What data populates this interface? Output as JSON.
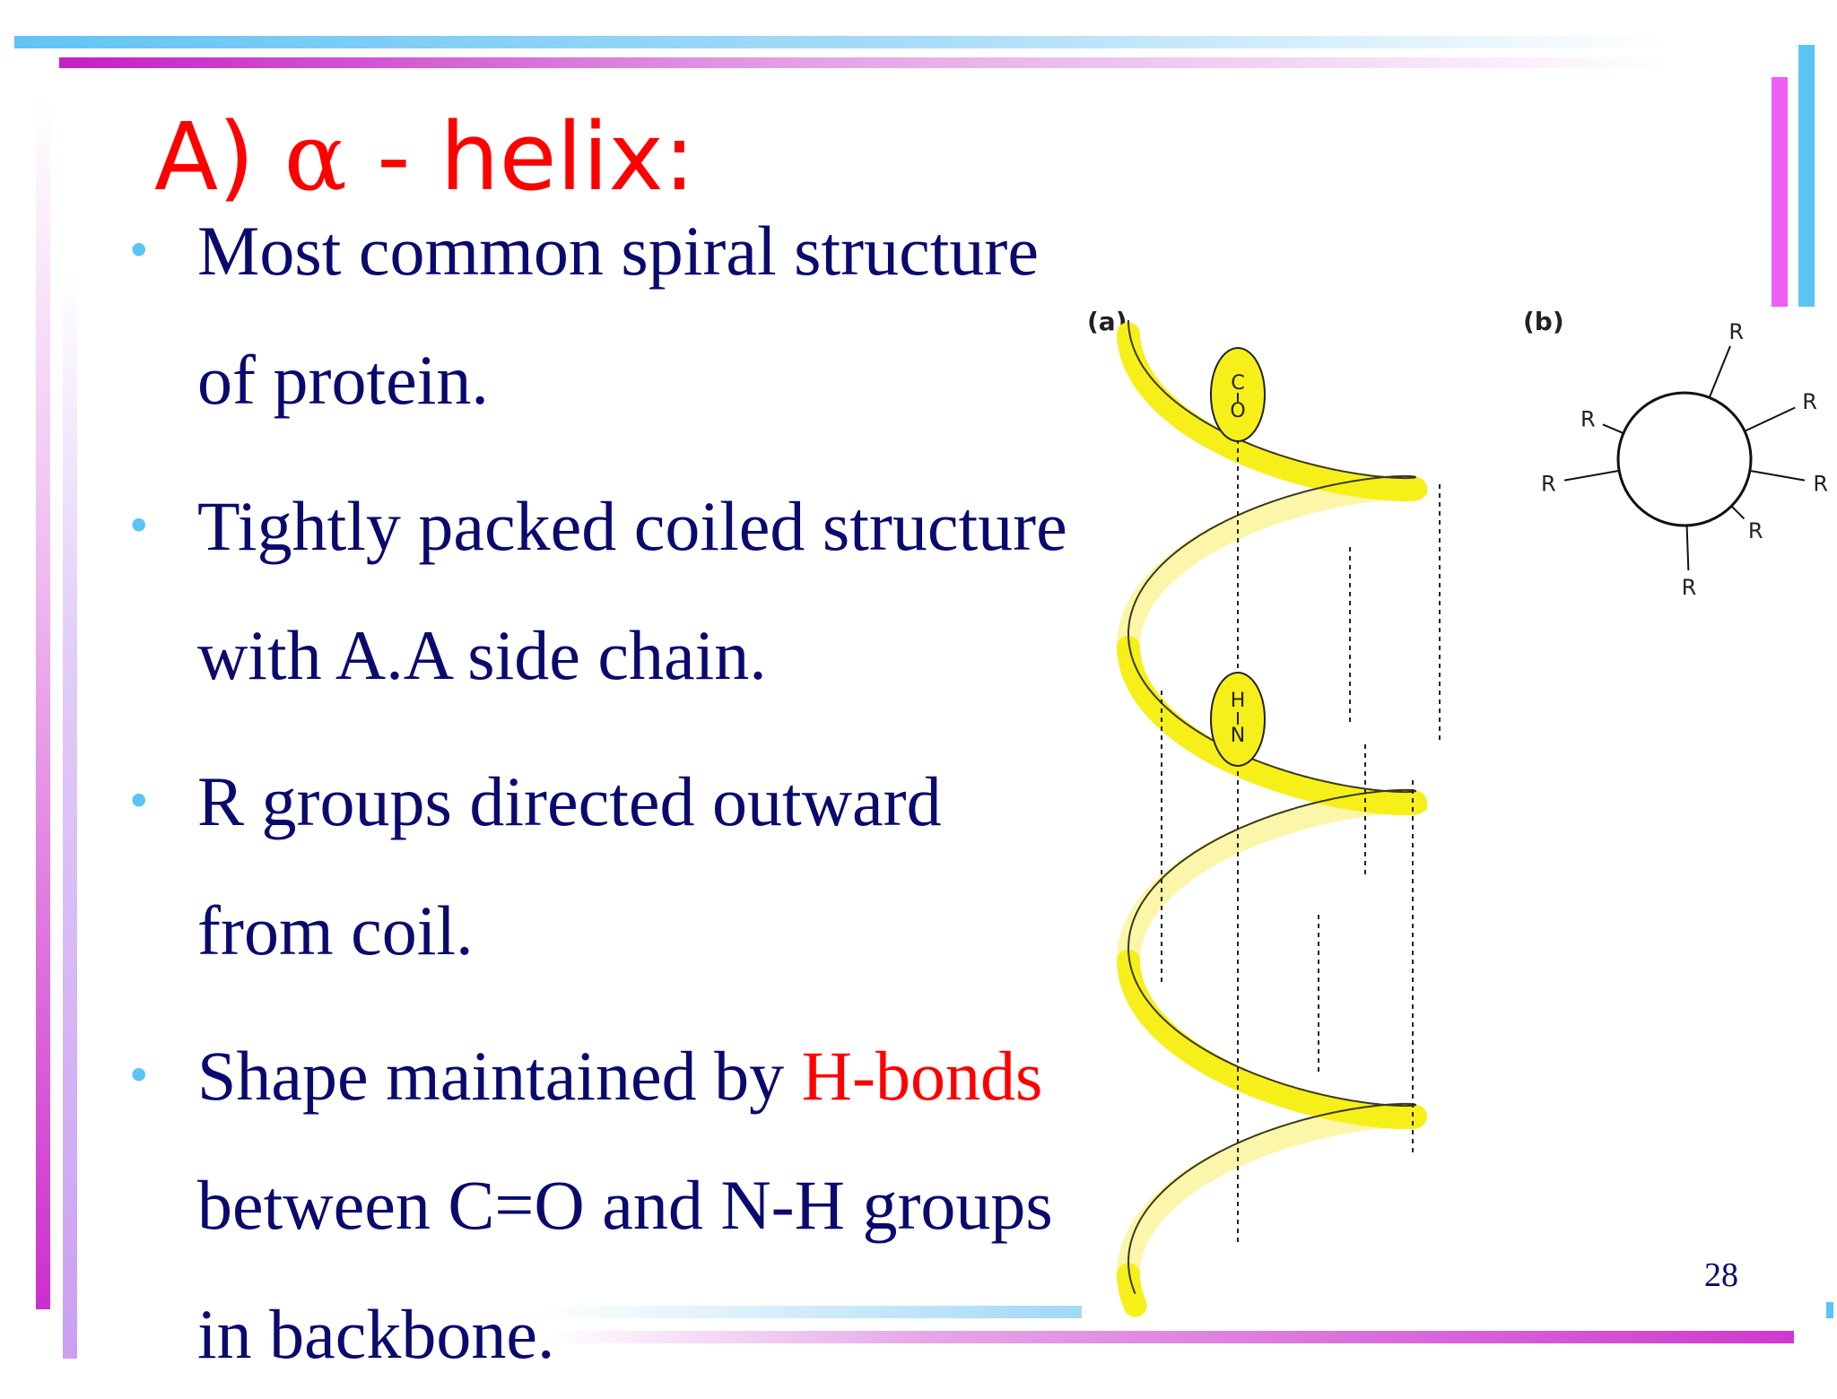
{
  "title": {
    "prefix": "A) ",
    "alpha": "α",
    "suffix": " - helix:"
  },
  "bullets": [
    {
      "lines": [
        "Most common spiral structure",
        "of protein."
      ]
    },
    {
      "lines": [
        "Tightly packed coiled structure",
        "with A.A side chain."
      ]
    },
    {
      "lines": [
        "R groups directed outward",
        "from coil."
      ]
    },
    {
      "line1_prefix": "Shape maintained by ",
      "line1_highlight": "H-bonds",
      "lines": [
        "between C=O and N-H groups",
        "in backbone."
      ]
    }
  ],
  "figure": {
    "panel_a_label": "(a)",
    "panel_b_label": "(b)",
    "carbonyl_labels": [
      "C",
      "O"
    ],
    "amide_labels": [
      "H",
      "N"
    ],
    "r_group_label": "R",
    "ribbon_color": "#f6ef1a"
  },
  "page_number": "28",
  "colors": {
    "title": "#ff0000",
    "body_text": "#0a0a6e",
    "bullet": "#5bc4f4",
    "highlight": "#ff0000",
    "accent_pink": "#cc2fcc",
    "accent_blue": "#5bc4f4"
  }
}
